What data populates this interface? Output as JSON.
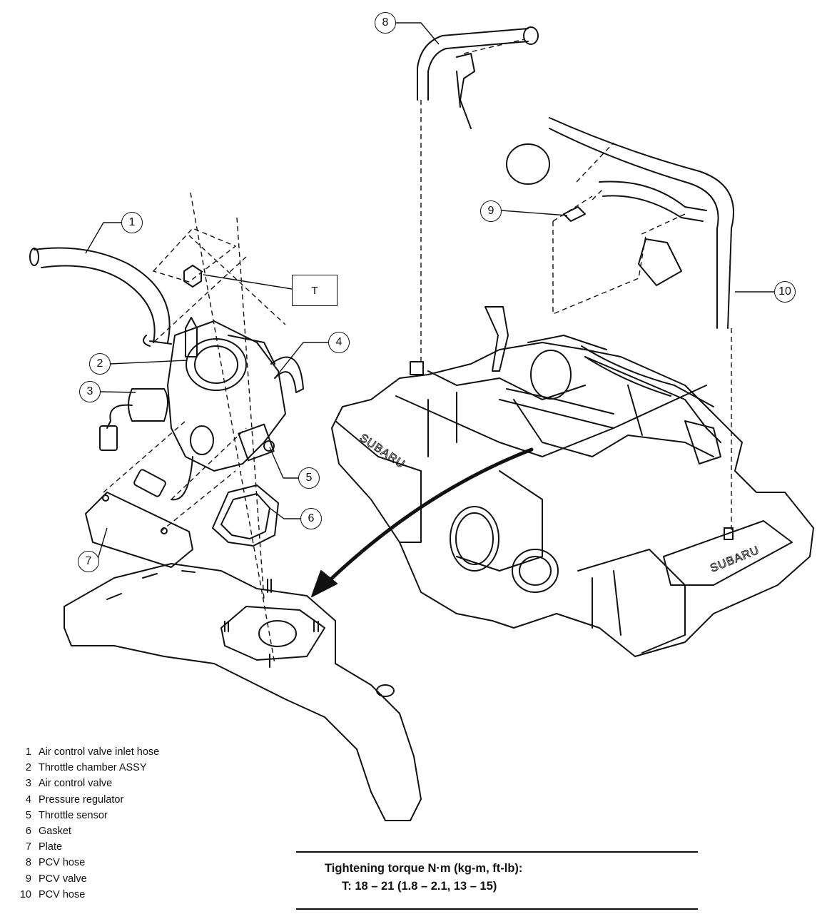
{
  "callouts": {
    "c1": "1",
    "c2": "2",
    "c3": "3",
    "c4": "4",
    "c5": "5",
    "c6": "6",
    "c7": "7",
    "c8": "8",
    "c9": "9",
    "c10": "10"
  },
  "torque_box": "T",
  "legend": [
    {
      "num": "1",
      "label": "Air control valve inlet hose"
    },
    {
      "num": "2",
      "label": "Throttle chamber ASSY"
    },
    {
      "num": "3",
      "label": "Air control valve"
    },
    {
      "num": "4",
      "label": "Pressure regulator"
    },
    {
      "num": "5",
      "label": "Throttle sensor"
    },
    {
      "num": "6",
      "label": "Gasket"
    },
    {
      "num": "7",
      "label": "Plate"
    },
    {
      "num": "8",
      "label": "PCV hose"
    },
    {
      "num": "9",
      "label": "PCV valve"
    },
    {
      "num": "10",
      "label": "PCV hose"
    }
  ],
  "torque_spec": {
    "heading": "Tightening torque  N·m (kg-m, ft-lb):",
    "value": "T:  18 – 21 (1.8 – 2.1, 13 – 15)"
  },
  "engine_logo": "SUBARU"
}
